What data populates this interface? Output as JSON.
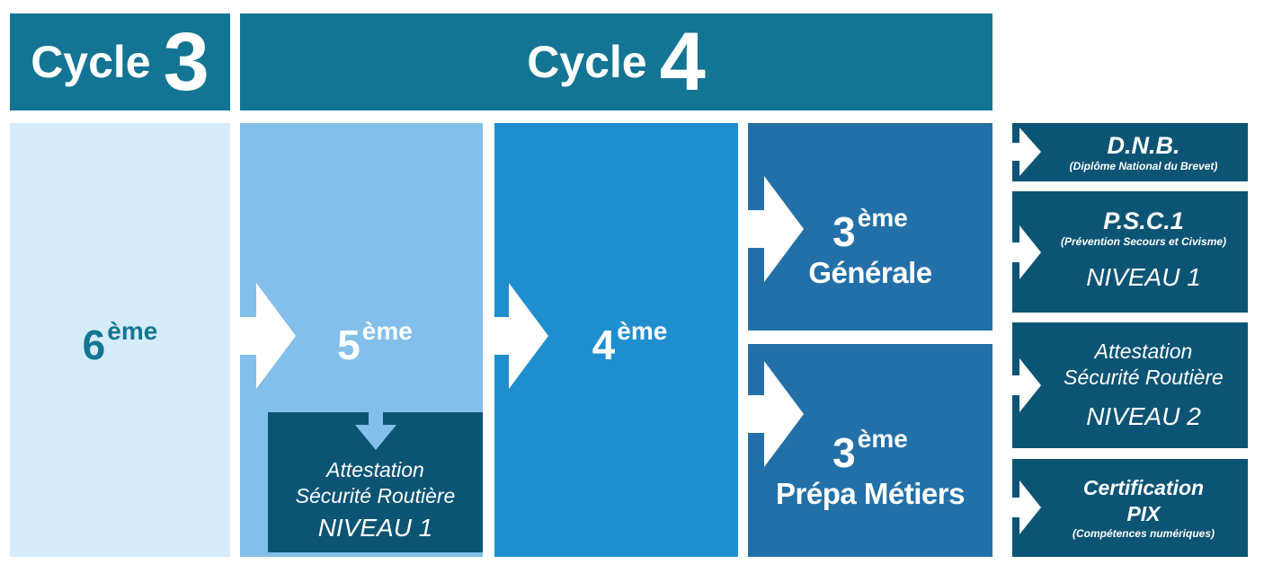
{
  "header": {
    "cycle3": {
      "word": "Cycle",
      "number": "3"
    },
    "cycle4": {
      "word": "Cycle",
      "number": "4"
    }
  },
  "grades": {
    "sixieme": {
      "number": "6",
      "suffix": "ème"
    },
    "cinquieme": {
      "number": "5",
      "suffix": "ème"
    },
    "quatrieme": {
      "number": "4",
      "suffix": "ème"
    },
    "troisieme_generale": {
      "number": "3",
      "suffix": "ème",
      "label": "Générale"
    },
    "troisieme_prepa": {
      "number": "3",
      "suffix": "ème",
      "label": "Prépa Métiers"
    }
  },
  "assr1": {
    "line1": "Attestation",
    "line2": "Sécurité Routière",
    "level": "NIVEAU 1"
  },
  "outcomes": {
    "dnb": {
      "title": "D.N.B.",
      "subtitle": "(Diplôme National du Brevet)"
    },
    "psc1": {
      "title": "P.S.C.1",
      "subtitle": "(Prévention Secours et Civisme)",
      "level": "NIVEAU 1"
    },
    "assr2": {
      "line1": "Attestation",
      "line2": "Sécurité Routière",
      "level": "NIVEAU 2"
    },
    "pix": {
      "line1": "Certification",
      "line2": "PIX",
      "subtitle": "(Compétences numériques)"
    }
  },
  "colors": {
    "header": "#137593",
    "sixieme": "#d6ebfa",
    "cinquieme": "#82bfeb",
    "quatrieme": "#1f8ecf",
    "troisieme": "#2370a8",
    "dark": "#0c5474",
    "white": "#ffffff"
  },
  "icons": [
    "arrow-right-icon",
    "arrow-down-icon"
  ]
}
